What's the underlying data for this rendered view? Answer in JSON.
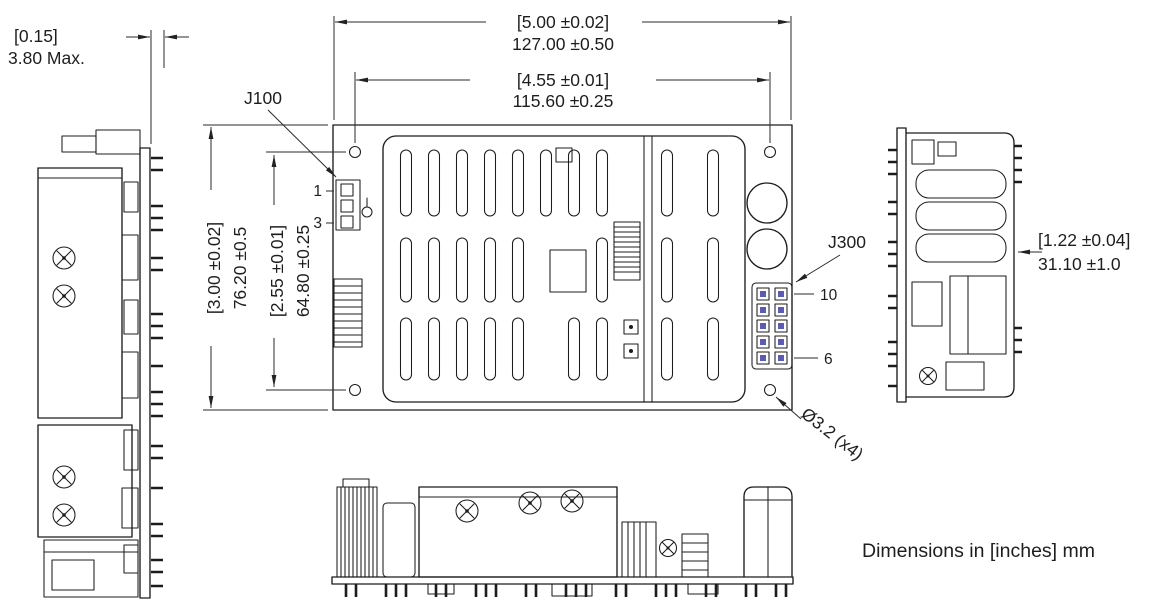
{
  "drawing": {
    "note": "Dimensions in [inches] mm",
    "dims": {
      "overall_width_in": "[5.00 ±0.02]",
      "overall_width_mm": "127.00 ±0.50",
      "mount_width_in": "[4.55 ±0.01]",
      "mount_width_mm": "115.60 ±0.25",
      "pin_protrusion_in": "[0.15]",
      "pin_protrusion_mm": "3.80 Max.",
      "overall_depth_in": "[3.00 ±0.02]",
      "overall_depth_mm": "76.20 ±0.5",
      "mount_depth_in": "[2.55 ±0.01]",
      "mount_depth_mm": "64.80 ±0.25",
      "overall_height_in": "[1.22 ±0.04]",
      "overall_height_mm": "31.10 ±1.0",
      "mounting_hole_dia": "Ø3.2 (x4)"
    },
    "connectors": {
      "j100": {
        "label": "J100",
        "pin_first": "1",
        "pin_last": "3"
      },
      "j300": {
        "label": "J300",
        "pin_first": "10",
        "pin_last": "6"
      }
    }
  }
}
